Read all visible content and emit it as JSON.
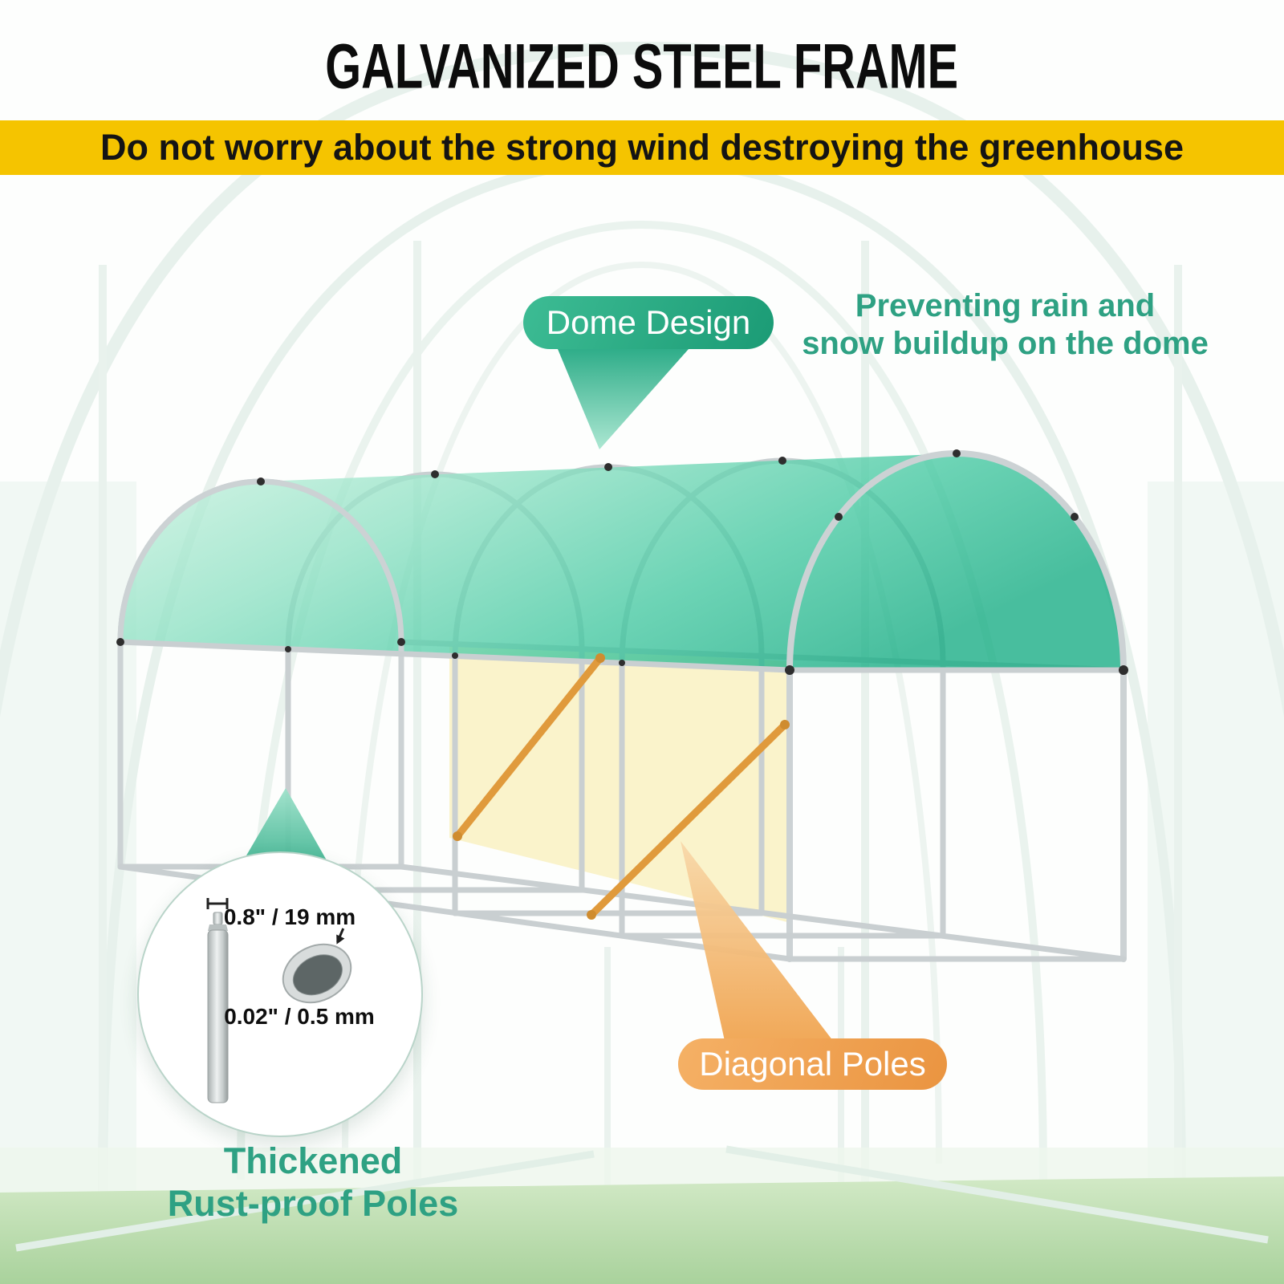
{
  "title": "GALVANIZED STEEL FRAME",
  "banner": "Do not worry about the strong wind destroying the greenhouse",
  "callouts": {
    "dome_design": "Dome Design",
    "rain_line1": "Preventing rain and",
    "rain_line2": "snow buildup on the dome",
    "diagonal_poles": "Diagonal Poles",
    "thickened_line1": "Thickened",
    "thickened_line2": "Rust-proof Poles",
    "dim_outer": "0.8\" / 19 mm",
    "dim_wall": "0.02\" / 0.5 mm"
  },
  "colors": {
    "banner_bg": "#F5C400",
    "headline_text": "#0C0C0C",
    "accent_green": "#2EA183",
    "badge_green": "#2BAE88",
    "badge_orange": "#EFA24E",
    "diagonal_pole_orange": "#E09A3C",
    "steel_frame": "#C9CFD1",
    "dome_cover_green": "#44C8A1"
  }
}
